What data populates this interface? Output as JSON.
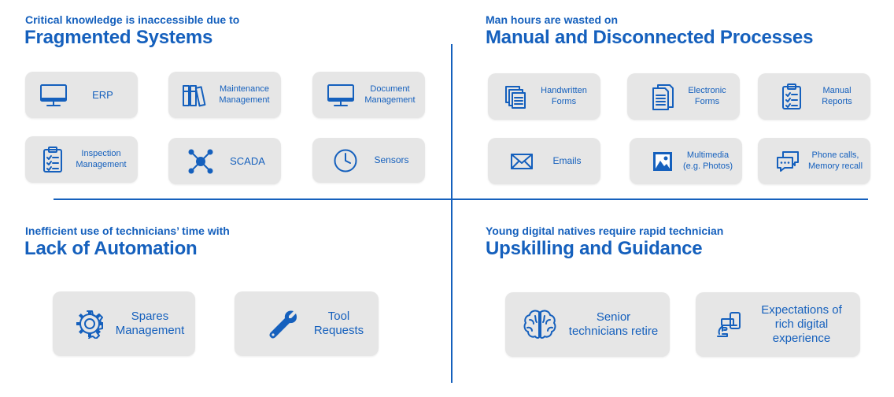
{
  "quadrants": {
    "top_left": {
      "subtitle": "Critical knowledge is inaccessible due to",
      "title": "Fragmented Systems",
      "items": [
        {
          "label": "ERP",
          "icon": "monitor-icon"
        },
        {
          "label": "Maintenance\nManagement",
          "icon": "binders-icon"
        },
        {
          "label": "Document\nManagement",
          "icon": "monitor-icon"
        },
        {
          "label": "Inspection\nManagement",
          "icon": "clipboard-checklist-icon"
        },
        {
          "label": "SCADA",
          "icon": "network-nodes-icon"
        },
        {
          "label": "Sensors",
          "icon": "clock-icon"
        }
      ]
    },
    "top_right": {
      "subtitle": "Man hours are wasted on",
      "title": "Manual and Disconnected Processes",
      "items": [
        {
          "label": "Handwritten\nForms",
          "icon": "stacked-forms-icon"
        },
        {
          "label": "Electronic\nForms",
          "icon": "electronic-document-icon"
        },
        {
          "label": "Manual\nReports",
          "icon": "clipboard-checklist-icon"
        },
        {
          "label": "Emails",
          "icon": "envelope-icon"
        },
        {
          "label": "Multimedia\n(e.g. Photos)",
          "icon": "image-icon"
        },
        {
          "label": "Phone calls,\nMemory recall",
          "icon": "chat-bubbles-icon"
        }
      ]
    },
    "bottom_left": {
      "subtitle": "Inefficient use of technicians’ time with",
      "title": "Lack of Automation",
      "items": [
        {
          "label": "Spares\nManagement",
          "icon": "gear-icon"
        },
        {
          "label": "Tool\nRequests",
          "icon": "wrench-icon"
        }
      ]
    },
    "bottom_right": {
      "subtitle": "Young digital natives require rapid technician",
      "title": "Upskilling and Guidance",
      "items": [
        {
          "label": "Senior\ntechnicians retire",
          "icon": "brain-icon"
        },
        {
          "label": "Expectations of\nrich digital\nexperience",
          "icon": "touch-device-icon"
        }
      ]
    }
  },
  "colors": {
    "accent": "#1560bd",
    "card_background": "#e6e6e6"
  }
}
